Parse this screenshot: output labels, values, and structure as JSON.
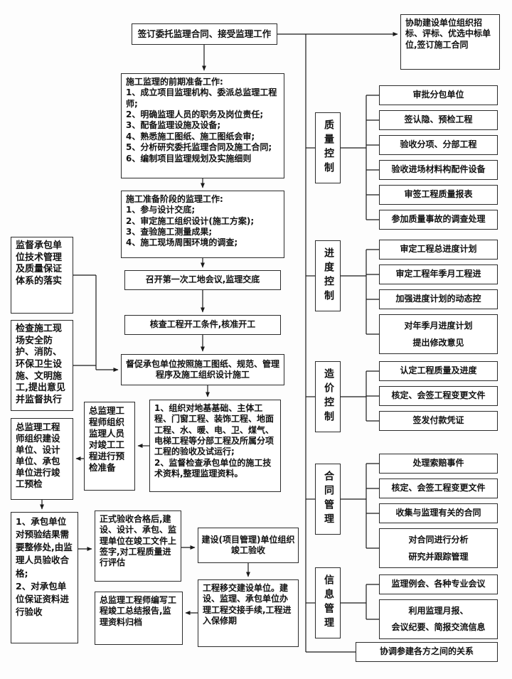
{
  "nodes": {
    "sign_contract": "签订委托监理合同、接受监理工作",
    "assist_bid": "协助建设单位组织招标、评标、优选中标单位,签订施工合同",
    "prep_early": "施工监理的前期准备工作:\n1、成立项目监理机构、委派总监理工程师;\n2、明确监理人员的职务及岗位责任;\n3、配备监理设施及设备;\n4、熟悉施工图纸、施工图纸会审;\n5、分析研究委托监理合同及施工合同;\n6、编制项目监理规划及实施细则",
    "prep_stage": "施工准备阶段的监理工作:\n1、参与设计交底;\n2、审定施工组织设计(施工方案);\n3、查验施工测量成果;\n4、施工现场周围环境的调查;",
    "first_meeting": "召开第一次工地会议,监理交底",
    "check_start": "核查工程开工条件,核准开工",
    "supervise_build": "督促承包单位按照施工图纸、规范、管理程序及施工组织设计施工",
    "acceptance_items": "1、组织对地基基础、主体工程、门窗工程、装饰工程、地面工程、水、暖、电、卫、煤气、电梯工程等分部工程及所属分项工程的验收及试运行;\n2、监督检查承包单位的施工技术资料,整理监理资料。",
    "left_quality_system": "监督承包单位技术管理及质量保证体系的落实",
    "left_site_safety": "检查施工现场安全防护、消防、环保卫生设施、文明施工,提出意见并监督执行",
    "precheck_prepare": "总监理工程师组织监理人员对竣工工程进行预检准备",
    "precheck_organize": "总监理工程师组织建设单位、设计单位、承包单位进行竣工预检",
    "rework_check": "1、承包单位对预验结果需要整修处,由监理人员验收合格;\n2、对承包单位保证资料进行验收",
    "formal_acceptance": "正式验收合格后,建设、设计、承包、监理单位在竣工文件上签字,对工程质量进行评估",
    "org_acceptance": "建设(项目管理)单位组织竣工验收",
    "handover": "工程移交建设单位。建设、监理、承包单位办理工程交接手续,工程进入保修期",
    "final_report": "总监理工程师编写工程竣工总结报告,监理资料归档"
  },
  "right_panel": {
    "categories": [
      {
        "label": "质量控制",
        "items": [
          "审批分包单位",
          "签认隐、预检工程",
          "验收分项、分部工程",
          "验收进场材料构配件设备",
          "审签工程质量报表",
          "参加质量事故的调查处理"
        ]
      },
      {
        "label": "进度控制",
        "items": [
          "审定工程总进度计划",
          "审定工程年季月工程进",
          "加强进度计划的动态控",
          "对年季月进度计划\n提出修改意见"
        ]
      },
      {
        "label": "造价控制",
        "items": [
          "认定工程质量及进度",
          "核定、会签工程变更文件",
          "签发付款凭证"
        ]
      },
      {
        "label": "合同管理",
        "items": [
          "处理索赔事件",
          "核定、会签工程变更文件",
          "收集与监理有关的合同",
          "对合同进行分析\n研究并跟踪管理"
        ]
      },
      {
        "label": "信息管理",
        "items": [
          "监理例会、各种专业会议",
          "利用监理月报、\n会议纪要、简报交流信息"
        ]
      }
    ],
    "coordination": "协调参建各方之间的关系"
  }
}
